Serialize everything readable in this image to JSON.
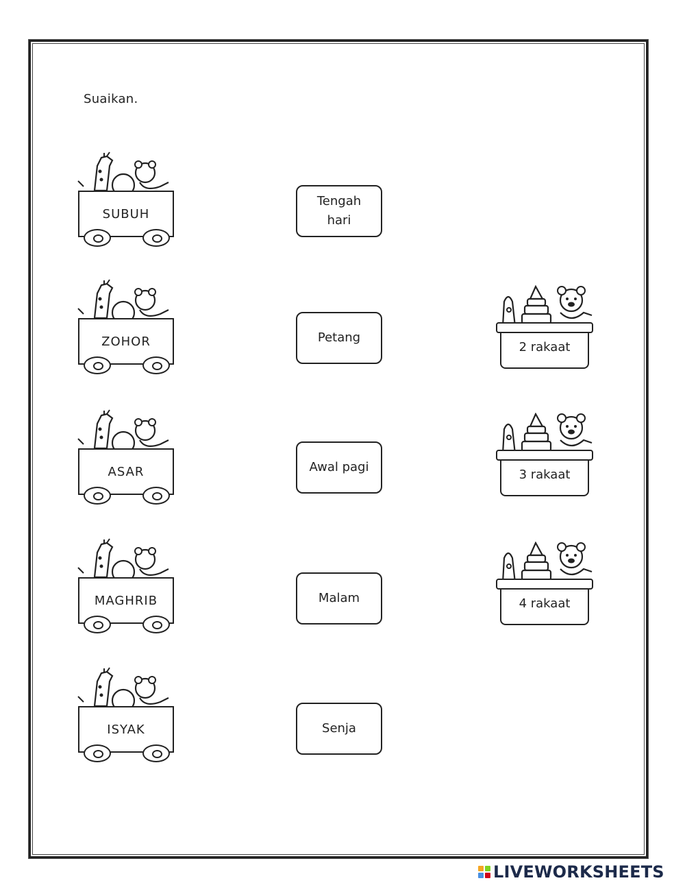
{
  "instruction": "Suaikan.",
  "prayers": [
    {
      "label": "SUBUH"
    },
    {
      "label": "ZOHOR"
    },
    {
      "label": "ASAR"
    },
    {
      "label": "MAGHRIB"
    },
    {
      "label": "ISYAK"
    }
  ],
  "times": [
    {
      "label": "Tengah\nhari"
    },
    {
      "label": "Petang"
    },
    {
      "label": "Awal pagi"
    },
    {
      "label": "Malam"
    },
    {
      "label": "Senja"
    }
  ],
  "rakaat": [
    {
      "label": "2 rakaat"
    },
    {
      "label": "3 rakaat"
    },
    {
      "label": "4 rakaat"
    }
  ],
  "brand": {
    "text": "LIVEWORKSHEETS",
    "logo_colors": [
      "#f5a623",
      "#7ed321",
      "#4a90e2",
      "#d0021b"
    ]
  }
}
